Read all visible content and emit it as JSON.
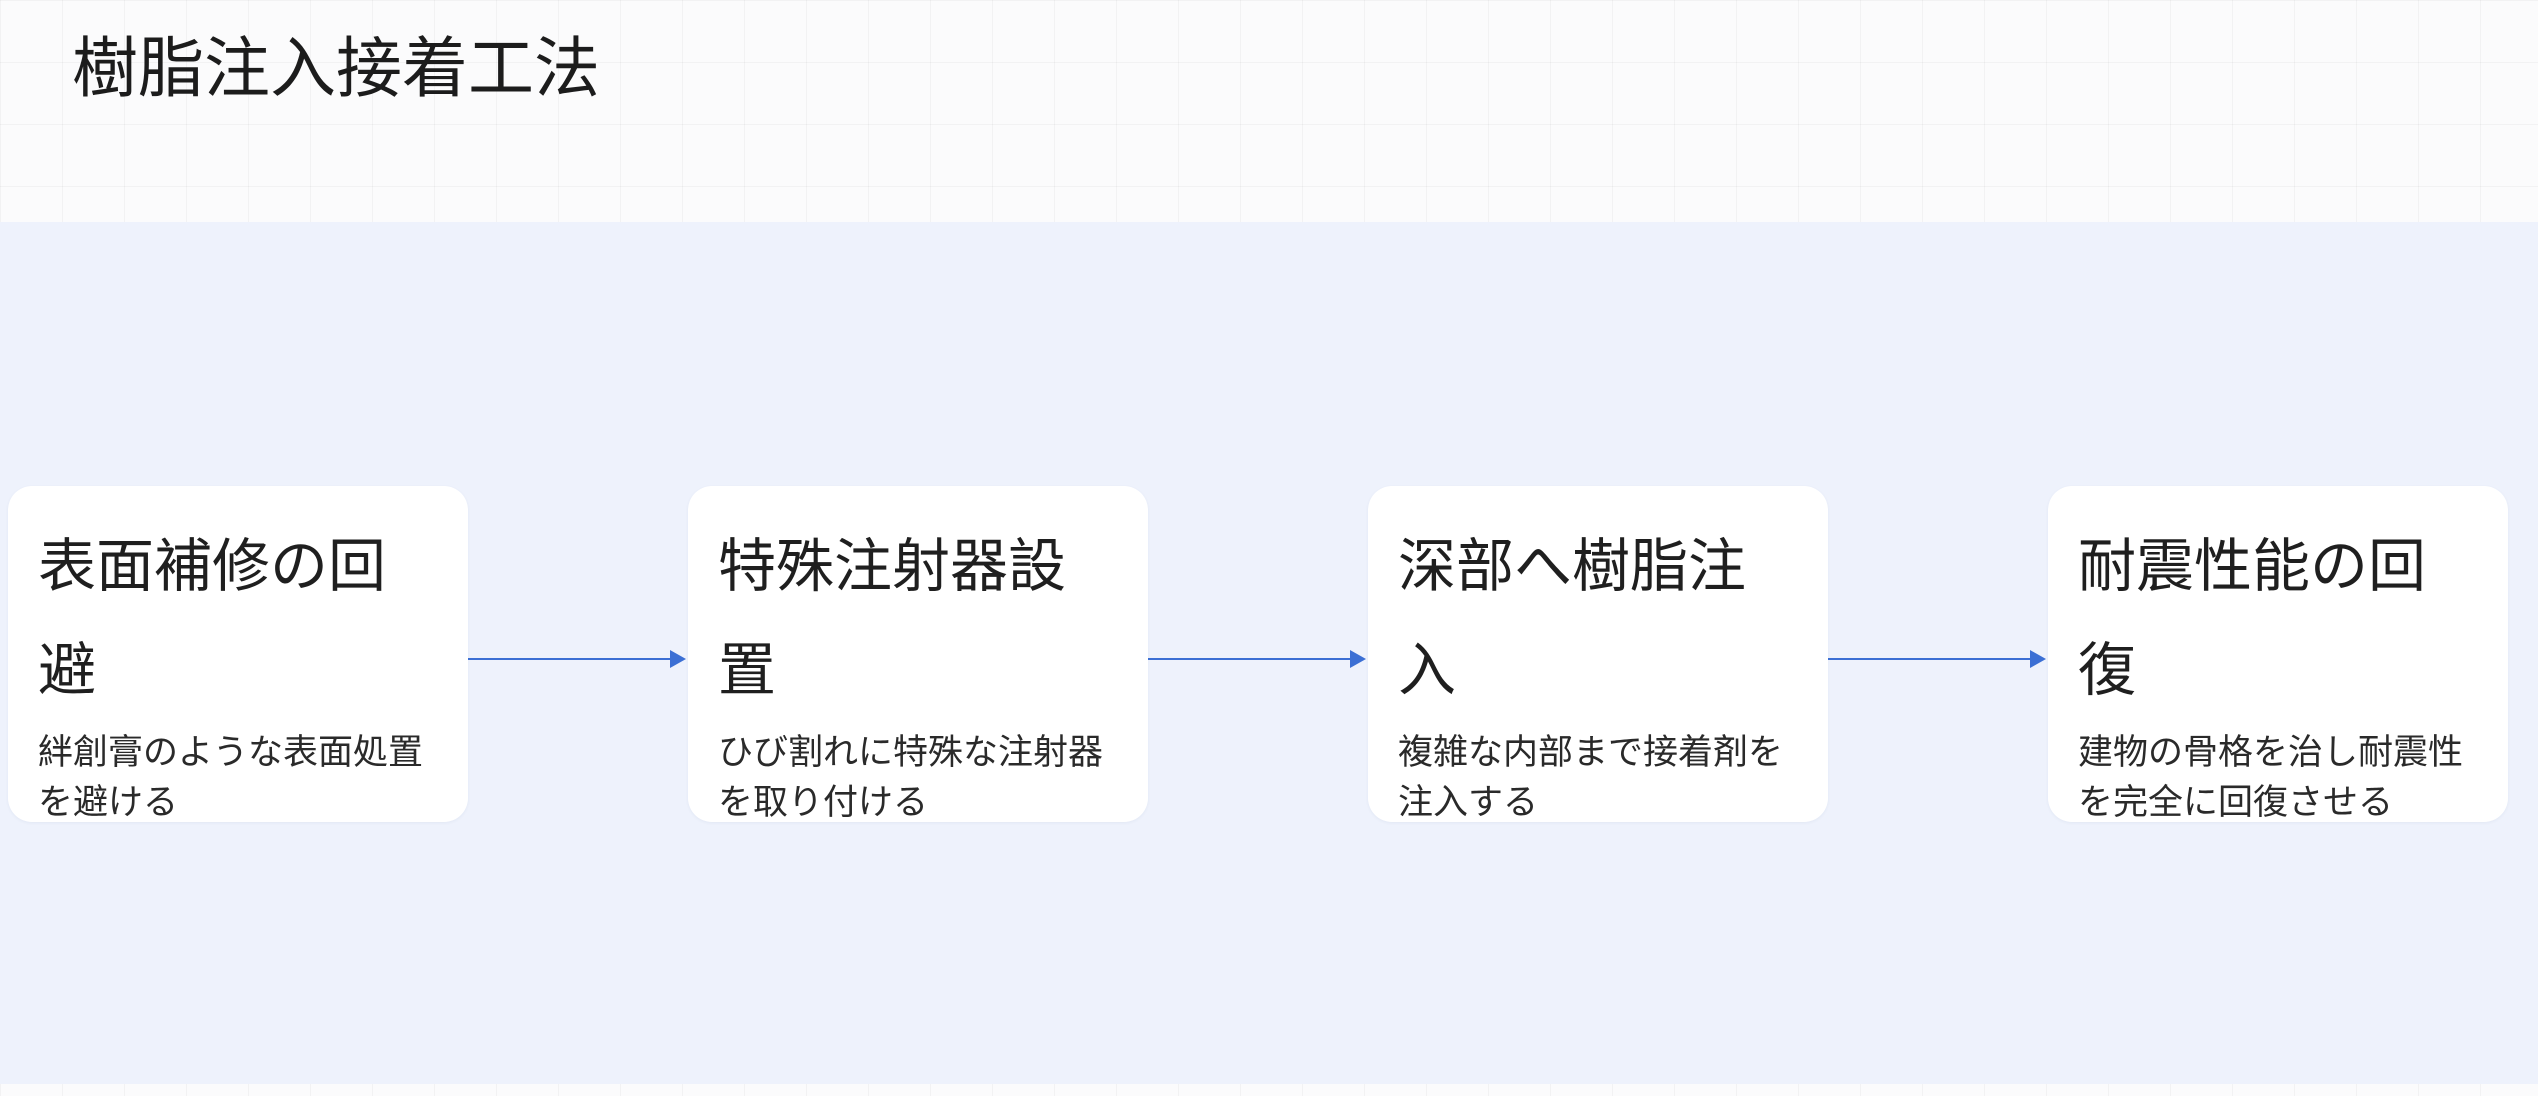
{
  "title": "樹脂注入接着工法",
  "colors": {
    "background": "#fbfbfc",
    "flow_area": "#eef2fc",
    "card": "#ffffff",
    "arrow": "#3b6fd4",
    "text": "#1f1f1f"
  },
  "steps": [
    {
      "title": "表面補修の回避",
      "description": "絆創膏のような表面処置を避ける"
    },
    {
      "title": "特殊注射器設置",
      "description": "ひび割れに特殊な注射器を取り付ける"
    },
    {
      "title": "深部へ樹脂注入",
      "description": "複雑な内部まで接着剤を注入する"
    },
    {
      "title": "耐震性能の回復",
      "description": "建物の骨格を治し耐震性を完全に回復させる"
    }
  ],
  "arrows": [
    {
      "from": 0,
      "to": 1,
      "icon": "arrow-right-icon"
    },
    {
      "from": 1,
      "to": 2,
      "icon": "arrow-right-icon"
    },
    {
      "from": 2,
      "to": 3,
      "icon": "arrow-right-icon"
    }
  ]
}
